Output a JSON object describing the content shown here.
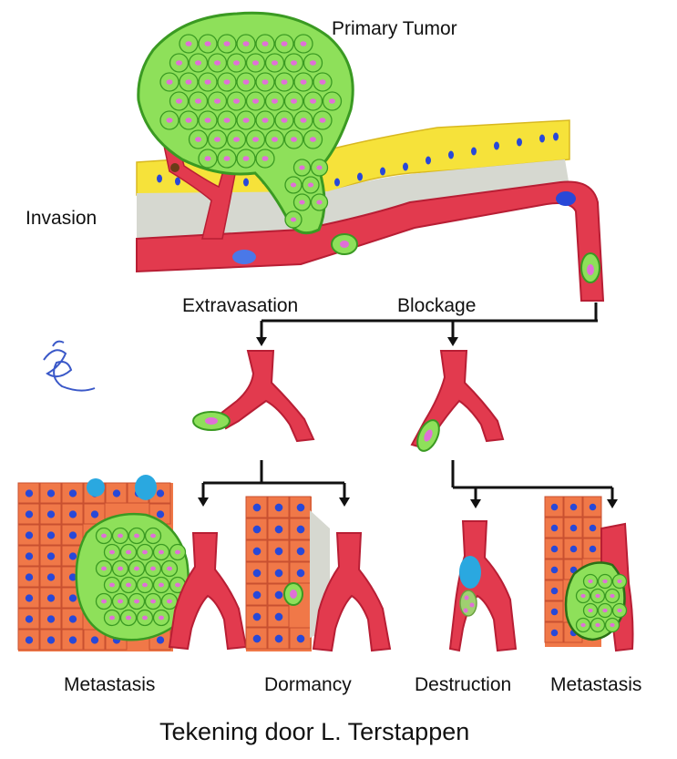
{
  "labels": {
    "primary_tumor": "Primary Tumor",
    "invasion": "Invasion",
    "extravasation": "Extravasation",
    "blockage": "Blockage",
    "metastasis_left": "Metastasis",
    "dormancy": "Dormancy",
    "destruction": "Destruction",
    "metastasis_right": "Metastasis"
  },
  "caption": "Tekening door L. Terstappen",
  "colors": {
    "tumor_green": "#8ee05a",
    "tumor_outline": "#3a9a22",
    "nucleus_pink": "#e070d8",
    "vessel_red": "#e23a4e",
    "vessel_light": "#f07080",
    "epithelium_yellow": "#f6e23a",
    "stroma_gray": "#d6d8d0",
    "tissue_orange": "#f07848",
    "nucleus_blue": "#2848d8",
    "arrow_black": "#111111",
    "signature_blue": "#3a58c8"
  }
}
